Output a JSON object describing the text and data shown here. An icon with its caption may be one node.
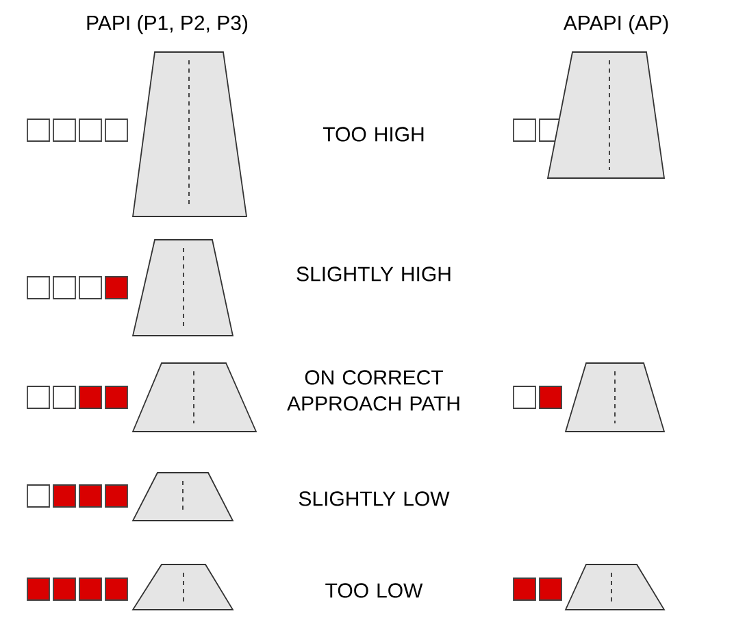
{
  "diagram": {
    "labels": [
      "PAPI (P1, P2, P3)",
      "APAPI (AP)",
      "TOO HIGH",
      "SLIGHTLY HIGH",
      "ON CORRECT APPROACH PATH",
      "SLIGHTLY LOW",
      "TOO LOW"
    ]
  }
}
